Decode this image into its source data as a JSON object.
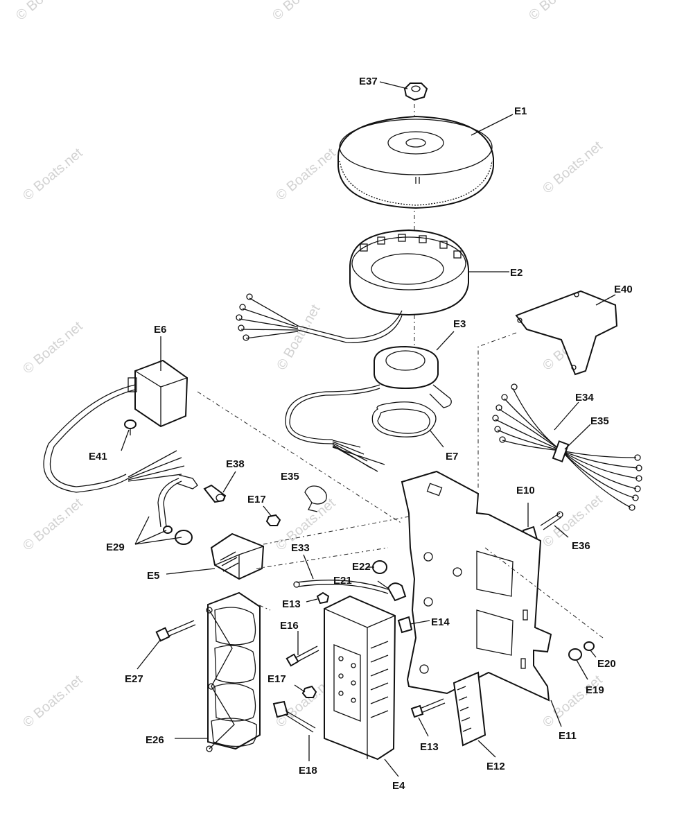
{
  "watermark": "© Boats.net",
  "labels": {
    "E37": "E37",
    "E1": "E1",
    "E2": "E2",
    "E40": "E40",
    "E3": "E3",
    "E6": "E6",
    "E34": "E34",
    "E35a": "E35",
    "E41": "E41",
    "E7": "E7",
    "E38": "E38",
    "E35b": "E35",
    "E10": "E10",
    "E17a": "E17",
    "E36": "E36",
    "E29": "E29",
    "E33": "E33",
    "E22": "E22",
    "E21": "E21",
    "E5": "E5",
    "E13a": "E13",
    "E14": "E14",
    "E16": "E16",
    "E20": "E20",
    "E27": "E27",
    "E19": "E19",
    "E17b": "E17",
    "E11": "E11",
    "E26": "E26",
    "E13b": "E13",
    "E12": "E12",
    "E18": "E18",
    "E4": "E4"
  },
  "colors": {
    "line": "#111111",
    "watermark": "#d2d2d2",
    "background": "#ffffff"
  }
}
